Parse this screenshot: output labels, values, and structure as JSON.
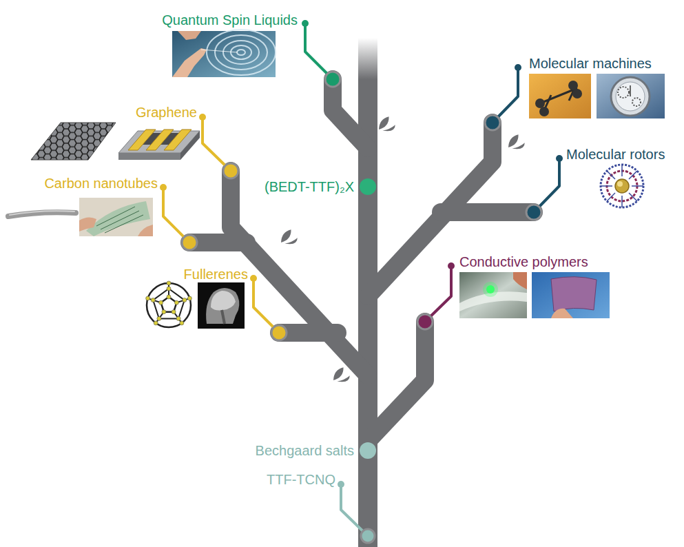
{
  "diagram": {
    "labels": [
      "Quantum Spin Liquids",
      "Molecular machines",
      "Graphene",
      "Molecular rotors",
      "(BEDT-TTF)₂X",
      "Carbon nanotubes",
      "Conductive polymers",
      "Fullerenes",
      "Bechgaard salts",
      "TTF-TCNQ"
    ]
  }
}
